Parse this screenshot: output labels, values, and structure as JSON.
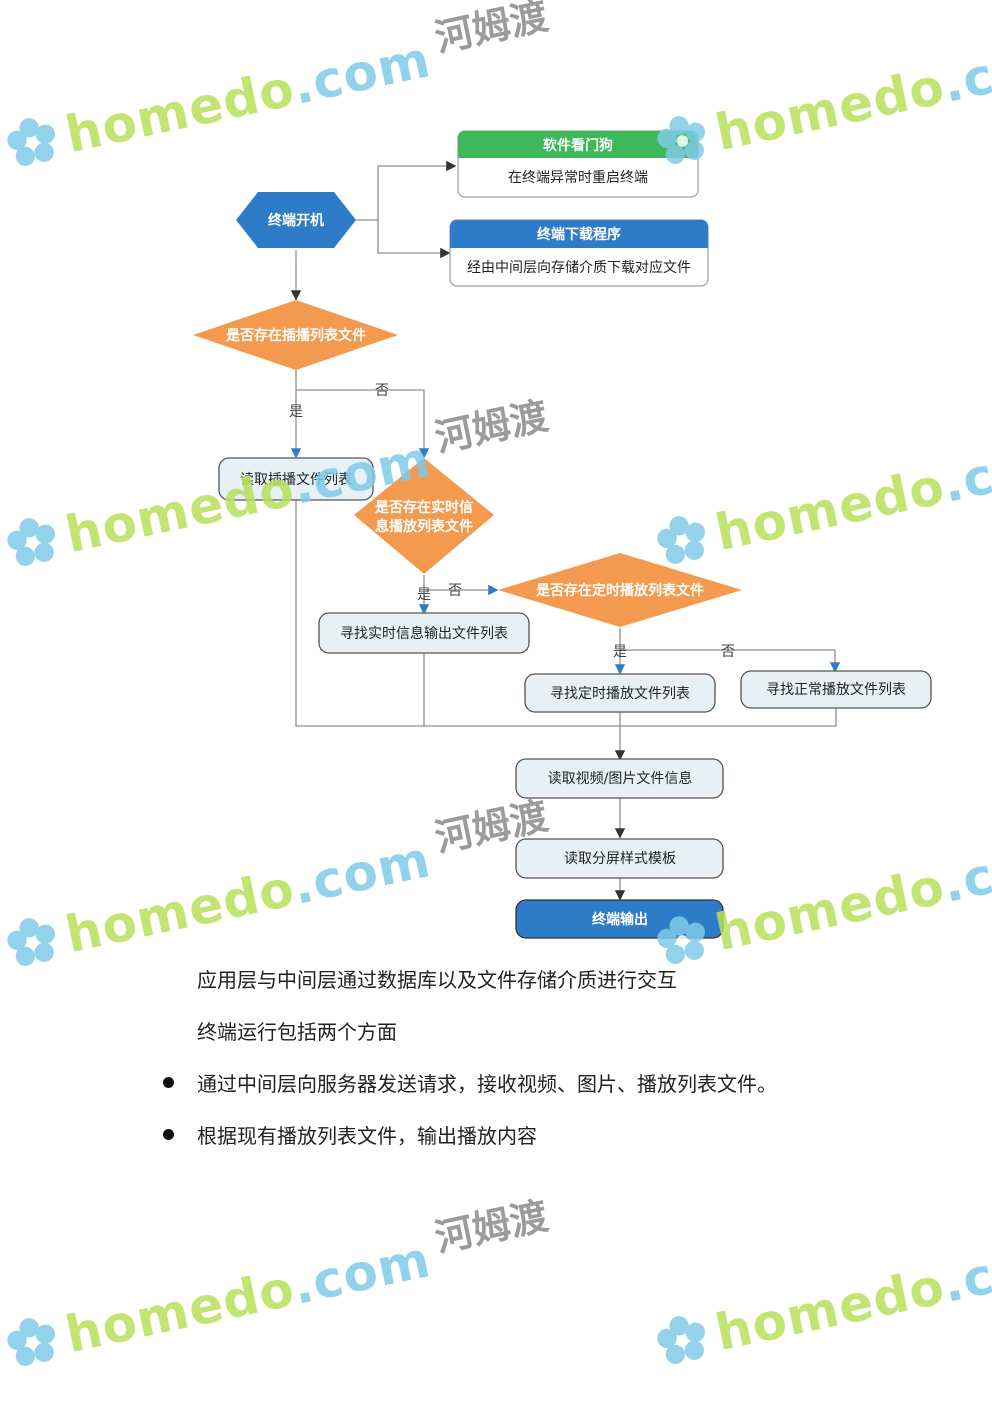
{
  "flowchart": {
    "nodes": {
      "boot": "终端开机",
      "watchdog_title": "软件看门狗",
      "watchdog_body": "在终端异常时重启终端",
      "download_title": "终端下载程序",
      "download_body": "经由中间层向存储介质下载对应文件",
      "q_insert": "是否存在插播列表文件",
      "read_insert": "读取插播文件列表",
      "q_realtime_1": "是否存在实时信",
      "q_realtime_2": "息播放列表文件",
      "find_realtime": "寻找实时信息输出文件列表",
      "q_timed": "是否存在定时播放列表文件",
      "find_timed": "寻找定时播放文件列表",
      "find_normal": "寻找正常播放文件列表",
      "read_media": "读取视频/图片文件信息",
      "read_template": "读取分屏样式模板",
      "output": "终端输出"
    },
    "labels": {
      "yes_insert": "是",
      "no_insert": "否",
      "yes_realtime": "是",
      "no_realtime": "否",
      "yes_timed": "是",
      "no_timed": "否"
    },
    "colors": {
      "blue": "#2e7cc7",
      "green": "#3fb85a",
      "orange": "#f39a4e",
      "box_fill": "#e7f1f5",
      "line": "#8a8f96"
    }
  },
  "paragraphs": [
    "应用层与中间层通过数据库以及文件存储介质进行交互",
    "终端运行包括两个方面"
  ],
  "bullets": [
    "通过中间层向服务器发送请求，接收视频、图片、播放列表文件。",
    "根据现有播放列表文件，输出播放内容"
  ],
  "watermark": {
    "brand": "homedo",
    "domain": ".com",
    "cn": "河姆渡"
  }
}
